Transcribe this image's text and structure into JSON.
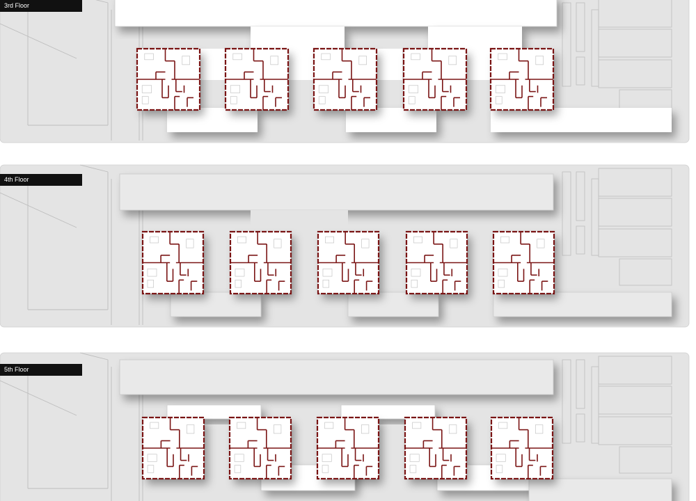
{
  "floors": [
    {
      "label": "3rd Floor",
      "variant": "separated-with-bridges"
    },
    {
      "label": "4th Floor",
      "variant": "separated"
    },
    {
      "label": "5th Floor",
      "variant": "linked-by-corridors"
    }
  ],
  "units_per_floor": 5,
  "colors": {
    "background": "#ffffff",
    "site": "#e4e4e4",
    "site_lines": "#bdbdbd",
    "roof": "#ffffff",
    "bar_roof": "#e9e9e9",
    "walls": "#7a1414"
  }
}
